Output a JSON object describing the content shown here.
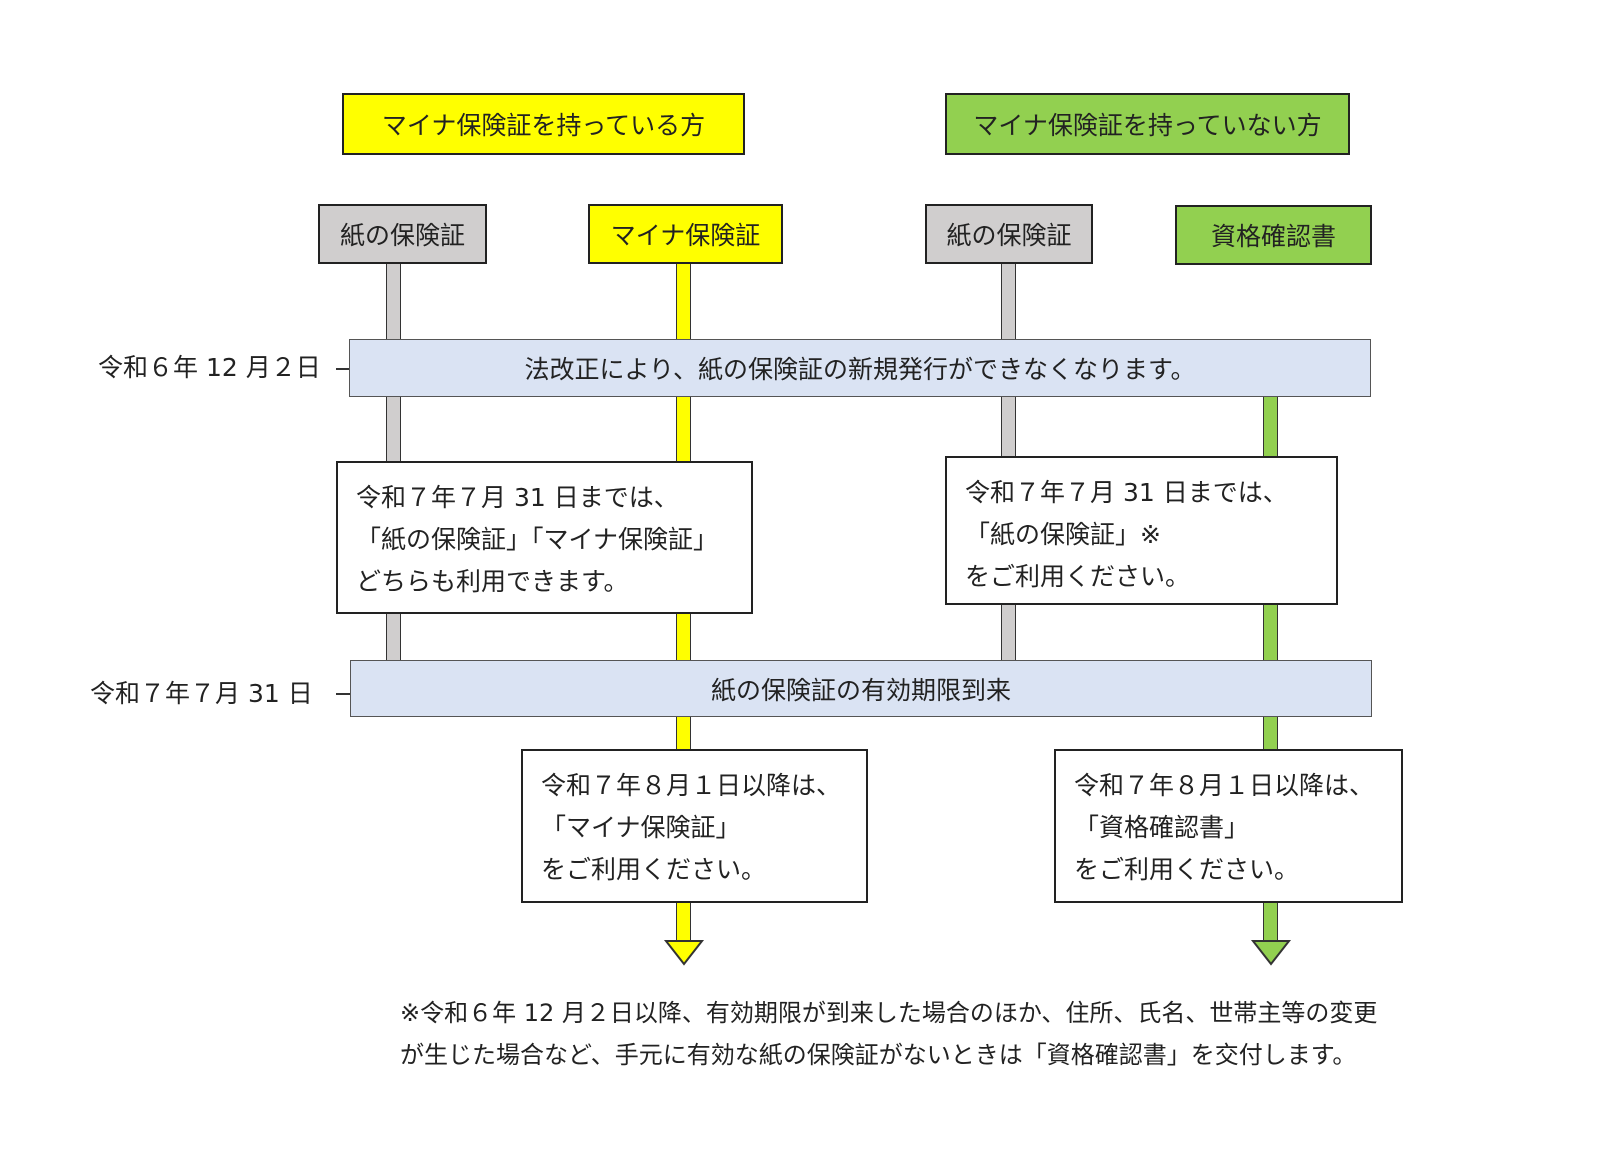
{
  "colors": {
    "yellow": "#ffff00",
    "green": "#92d050",
    "gray": "#d0cece",
    "band": "#dae3f3"
  },
  "groups": {
    "with_card": "マイナ保険証を持っている方",
    "without_card": "マイナ保険証を持っていない方"
  },
  "columns": {
    "paper_a": "紙の保険証",
    "myna": "マイナ保険証",
    "paper_b": "紙の保険証",
    "certificate": "資格確認書"
  },
  "milestones": [
    {
      "date": "令和６年 12 月２日",
      "text": "法改正により、紙の保険証の新規発行ができなくなります。"
    },
    {
      "date": "令和７年７月 31 日",
      "text": "紙の保険証の有効期限到来"
    }
  ],
  "notes": {
    "before_left": [
      "令和７年７月 31 日までは、",
      "「紙の保険証」「マイナ保険証」",
      "どちらも利用できます。"
    ],
    "before_right": [
      "令和７年７月 31 日までは、",
      "「紙の保険証」※",
      "をご利用ください。"
    ],
    "after_left": [
      "令和７年８月１日以降は、",
      "「マイナ保険証」",
      "をご利用ください。"
    ],
    "after_right": [
      "令和７年８月１日以降は、",
      "「資格確認書」",
      "をご利用ください。"
    ]
  },
  "footnote": [
    "※令和６年 12 月２日以降、有効期限が到来した場合のほか、住所、氏名、世帯主等の変更",
    "が生じた場合など、手元に有効な紙の保険証がないときは「資格確認書」を交付します。"
  ]
}
